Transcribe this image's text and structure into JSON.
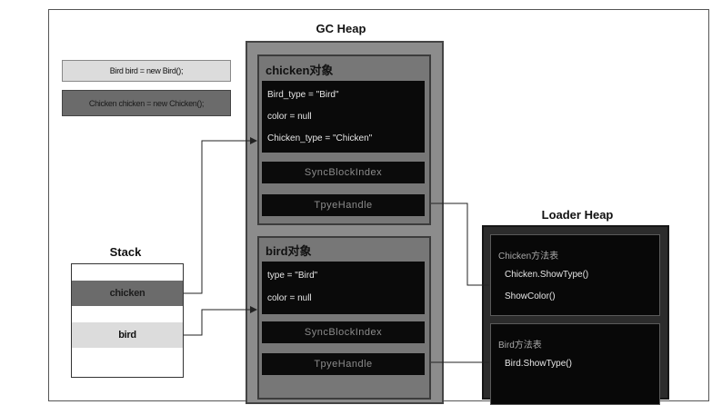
{
  "legend": {
    "bird_code": "Bird bird = new Bird();",
    "chicken_code": "Chicken chicken = new Chicken();",
    "bird_color": "#dcdcdc",
    "chicken_color": "#6b6b6b"
  },
  "gc_heap": {
    "title": "GC Heap",
    "chicken_object": {
      "title": "chicken对象",
      "fields": [
        "Bird_type = \"Bird\"",
        "color = null",
        "Chicken_type = \"Chicken\""
      ],
      "sync_block": "SyncBlockIndex",
      "type_handle": "TpyeHandle"
    },
    "bird_object": {
      "title": "bird对象",
      "fields": [
        "type = \"Bird\"",
        "color = null"
      ],
      "sync_block": "SyncBlockIndex",
      "type_handle": "TpyeHandle"
    }
  },
  "stack": {
    "title": "Stack",
    "items": [
      "chicken",
      "bird"
    ]
  },
  "loader_heap": {
    "title": "Loader Heap",
    "chicken_table": {
      "title": "Chicken方法表",
      "methods": [
        "Chicken.ShowType()",
        "ShowColor()"
      ]
    },
    "bird_table": {
      "title": "Bird方法表",
      "methods": [
        "Bird.ShowType()"
      ]
    }
  }
}
